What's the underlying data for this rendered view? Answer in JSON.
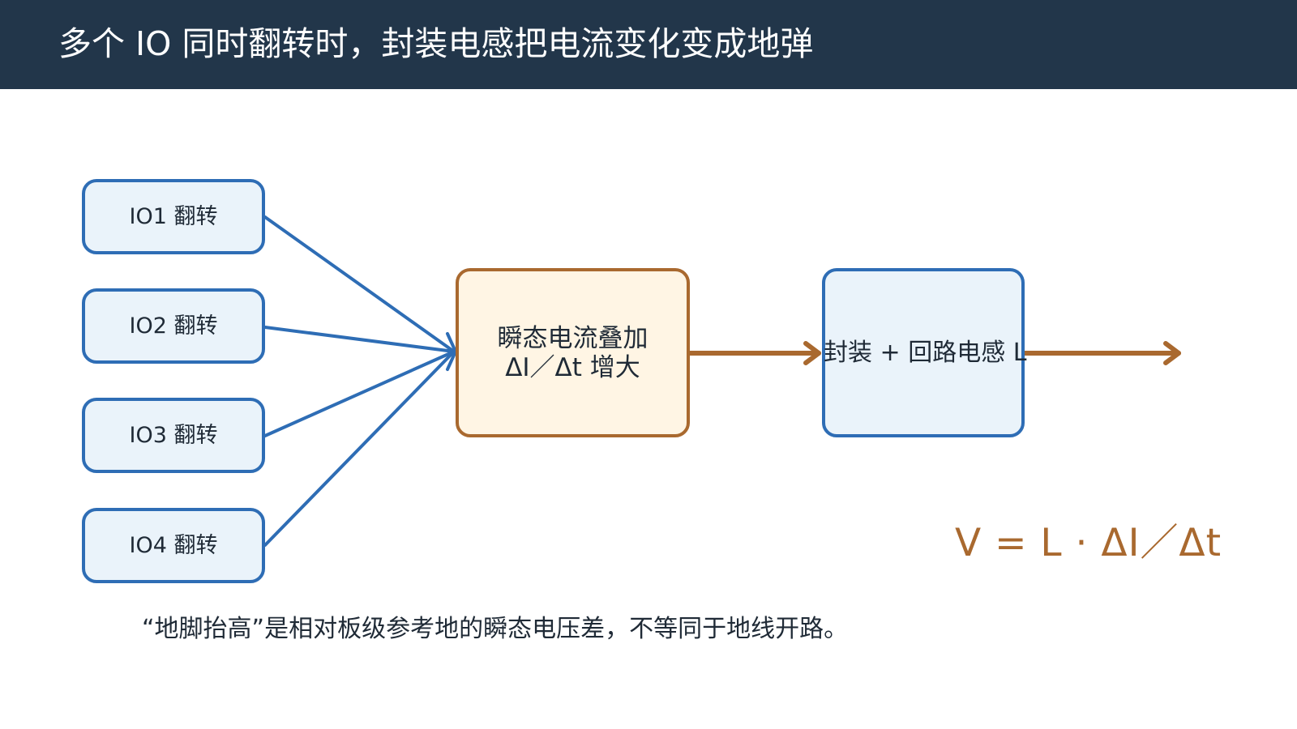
{
  "header": {
    "title": "多个 IO 同时翻转时，封装电感把电流变化变成地弹"
  },
  "nodes": {
    "io1": "IO1 翻转",
    "io2": "IO2 翻转",
    "io3": "IO3 翻转",
    "io4": "IO4 翻转",
    "sum_line1": "瞬态电流叠加",
    "sum_line2": "ΔI／Δt 增大",
    "package": "封装 + 回路电感 L"
  },
  "formula": "V = L ·  ΔI／Δt",
  "note": "“地脚抬高”是相对板级参考地的瞬态电压差，不等同于地线开路。",
  "colors": {
    "header_bg": "#22364a",
    "blue": "#2e6db5",
    "blue_fill": "#eaf3fa",
    "brown": "#a9692f",
    "cream_fill": "#fff5e4"
  }
}
